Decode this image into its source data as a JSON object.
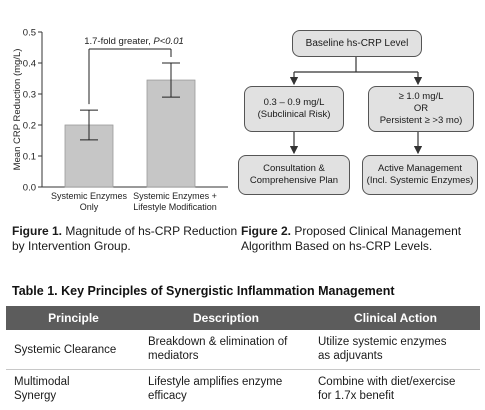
{
  "figure1": {
    "chart_data": {
      "type": "bar",
      "categories": [
        "Systemic Enzymes Only",
        "Systemic Enzymes + Lifestyle Modification"
      ],
      "category_lines": [
        [
          "Systemic Enzymes",
          "Only"
        ],
        [
          "Systemic Enzymes +",
          "Lifestyle Modification"
        ]
      ],
      "values": [
        0.2,
        0.345
      ],
      "error": [
        0.048,
        0.055
      ],
      "ylabel": "Mean CRP Reduction (mg/L)",
      "ylim": [
        0,
        0.5
      ],
      "yticks": [
        "0.0",
        "0.1",
        "0.2",
        "0.3",
        "0.4",
        "0.5"
      ],
      "annotation_prefix": "1.7-fold greater, ",
      "annotation_p": "P<0.01",
      "bar_color": "#c6c6c6"
    },
    "caption_label": "Figure 1.",
    "caption_text": " Magnitude of hs-CRP Reduction by Intervention Group."
  },
  "figure2": {
    "root": "Baseline hs-CRP Level",
    "left_branch": [
      "0.3 – 0.9 mg/L",
      "(Subclinical Risk)"
    ],
    "right_branch": [
      "≥ 1.0 mg/L",
      "OR",
      "Persistent ≥ >3 mo)"
    ],
    "left_outcome": [
      "Consultation &",
      "Comprehensive Plan"
    ],
    "right_outcome": [
      "Active Management",
      "(Incl. Systemic Enzymes)"
    ],
    "caption_label": "Figure 2.",
    "caption_text": " Proposed Clinical Management Algorithm Based on hs-CRP Levels."
  },
  "table1": {
    "title": "Table 1. Key Principles of Synergistic Inflammation Management",
    "headers": [
      "Principle",
      "Description",
      "Clinical Action"
    ],
    "rows": [
      [
        "Systemic Clearance",
        [
          "Breakdown & elimination of",
          "mediators"
        ],
        [
          "Utilize systemic enzymes",
          "as adjuvants"
        ]
      ],
      [
        [
          "Multimodal",
          "Synergy"
        ],
        [
          "Lifestyle amplifies enzyme",
          "efficacy"
        ],
        [
          "Combine with diet/exercise",
          "for 1.7x benefit"
        ]
      ]
    ]
  }
}
